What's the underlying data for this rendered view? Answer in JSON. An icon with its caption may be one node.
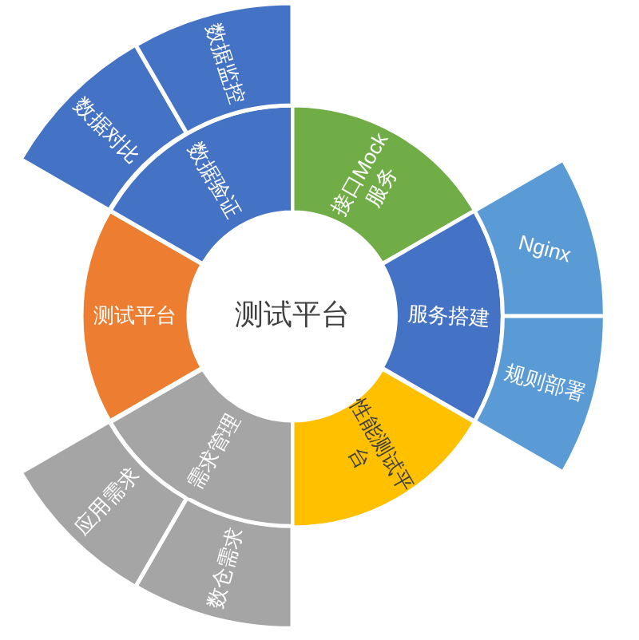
{
  "diagram": {
    "nodes": [
      {
        "text": [
          "测试平台"
        ]
      },
      {
        "text": [
          "接口Mock服务"
        ]
      },
      {
        "text": [
          "服务搭建"
        ]
      },
      {
        "text": [
          "Nginx"
        ]
      },
      {
        "text": [
          "规则部署"
        ]
      },
      {
        "text": [
          "性能测试平台"
        ]
      },
      {
        "text": [
          "需求管理"
        ]
      },
      {
        "text": [
          "数仓需求"
        ]
      },
      {
        "text": [
          "应用需求"
        ]
      },
      {
        "text": [
          "测试平台"
        ]
      },
      {
        "text": [
          "数据验证"
        ]
      },
      {
        "text": [
          "数据对比"
        ]
      },
      {
        "text": [
          "数据监控"
        ]
      }
    ]
  }
}
